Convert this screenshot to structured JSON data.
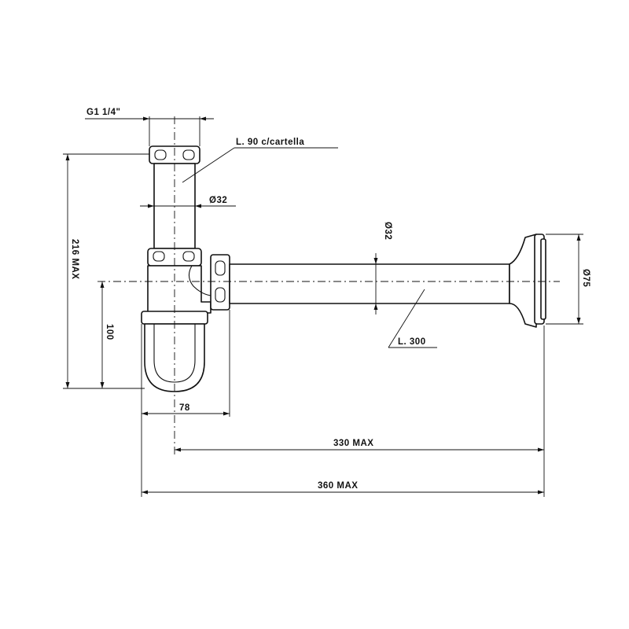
{
  "labels": {
    "thread": "G1 1/4\"",
    "tailpiece_length": "L. 90 c/cartella",
    "tailpiece_diameter": "Ø32",
    "pipe_diameter": "Ø32",
    "rosette_diameter": "Ø75",
    "height_max": "216 MAX",
    "height_100": "100",
    "pipe_length": "L. 300",
    "offset_78": "78",
    "length_330": "330 MAX",
    "length_360": "360 MAX"
  }
}
